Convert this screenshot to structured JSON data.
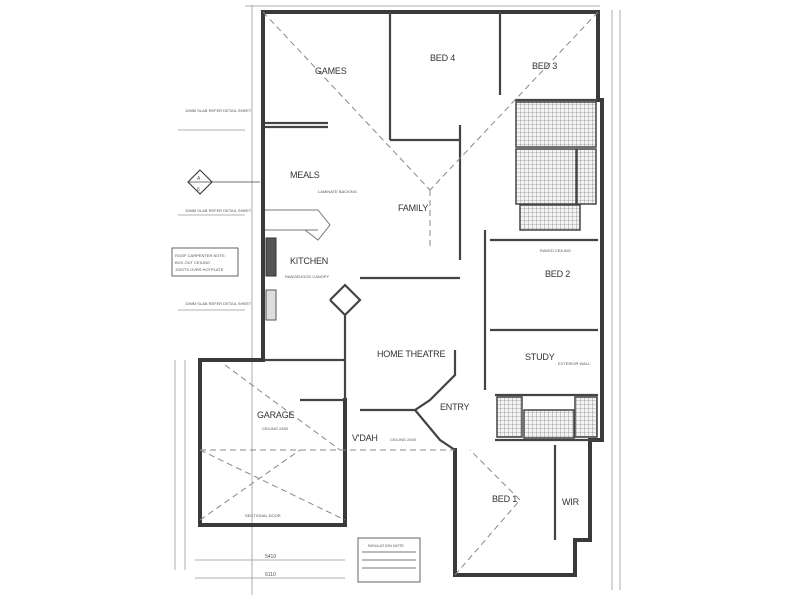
{
  "drawing": {
    "type": "floor plan",
    "rooms": {
      "games": "GAMES",
      "bed4": "BED 4",
      "bed3": "BED 3",
      "meals": "MEALS",
      "family": "FAMILY",
      "kitchen": "KITCHEN",
      "bed2": "BED 2",
      "study": "STUDY",
      "home_theatre": "HOME THEATRE",
      "entry": "ENTRY",
      "garage": "GARAGE",
      "vdah": "V'DAH",
      "bed1": "BED 1",
      "wir": "WIR"
    },
    "notes": {
      "left_1": "10MM SLAB REFER DETAIL SHEET",
      "left_2": "10MM SLAB REFER DETAIL SHEET",
      "left_3": "10MM SLAB REFER DETAIL SHEET",
      "roof_box": "ROOF CARPENTER NOTE: BOX OUT CEILING JOISTS OVER HOTPLATE",
      "insulation_box": "INSULATION NOTE",
      "section_marker_letter": "A",
      "section_marker_number": "6",
      "laminate_note": "LAMINATE BACKING",
      "kitchen_note": "RANGEHOOD CANOPY",
      "garage_note": "CEILING 2400",
      "bed2_note": "RAKED CEILING",
      "study_note": "EXTERIOR WALL",
      "vdah_note": "CEILING 2400",
      "garage_door": "SECTIONAL DOOR"
    },
    "dimensions": {
      "garage_inner": "5410",
      "garage_outer": "6110"
    }
  }
}
